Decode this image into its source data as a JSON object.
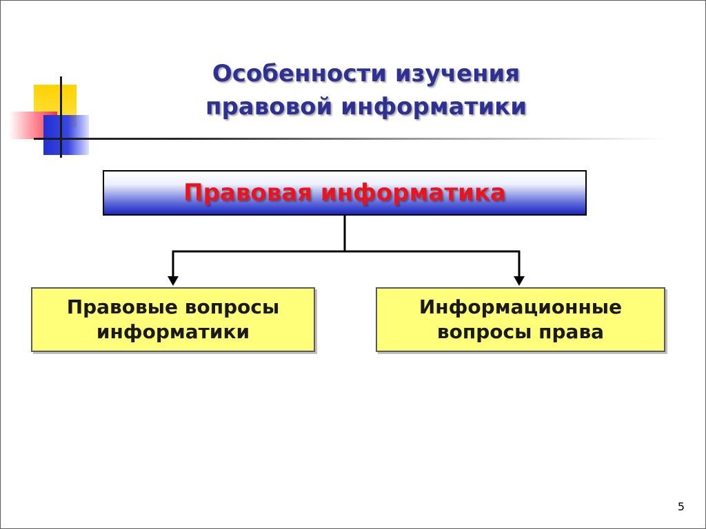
{
  "slide": {
    "title_lines": [
      "Особенности изучения",
      "правовой информатики"
    ],
    "root": "Правовая информатика",
    "children": [
      {
        "lines": [
          "Правовые вопросы",
          "информатики"
        ]
      },
      {
        "lines": [
          "Информационные",
          "вопросы права"
        ]
      }
    ],
    "page_number": "5"
  },
  "colors": {
    "title": "#2e3192",
    "root_text": "#e8141e",
    "root_gradient_end": "#1c28c0",
    "child_fill": "#ffff7a",
    "deco_yellow": "#ffd200",
    "deco_red": "#ff2e3c",
    "deco_blue": "#2230d6"
  },
  "icons": [
    "arrow-down-icon",
    "arrow-down-icon"
  ]
}
